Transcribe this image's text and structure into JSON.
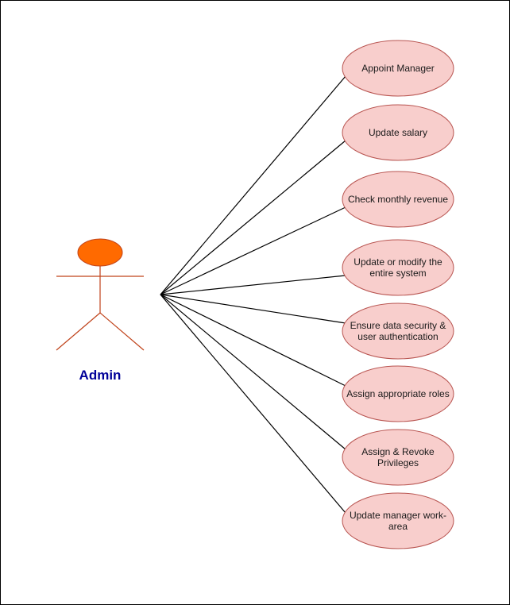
{
  "actor": {
    "name": "Admin",
    "head_color": "#ff6a00",
    "body_color": "#c0431b",
    "label_color": "#000099"
  },
  "use_case_style": {
    "fill": "#f8cecc",
    "stroke": "#b85450"
  },
  "use_cases": [
    {
      "lines": [
        "Appoint Manager"
      ]
    },
    {
      "lines": [
        "Update salary"
      ]
    },
    {
      "lines": [
        "Check monthly revenue"
      ]
    },
    {
      "lines": [
        "Update or modify the",
        "entire system"
      ]
    },
    {
      "lines": [
        "Ensure data security &",
        "user authentication"
      ]
    },
    {
      "lines": [
        "Assign appropriate roles"
      ]
    },
    {
      "lines": [
        "Assign & Revoke",
        "Privileges"
      ]
    },
    {
      "lines": [
        "Update manager work-",
        "area"
      ]
    }
  ]
}
